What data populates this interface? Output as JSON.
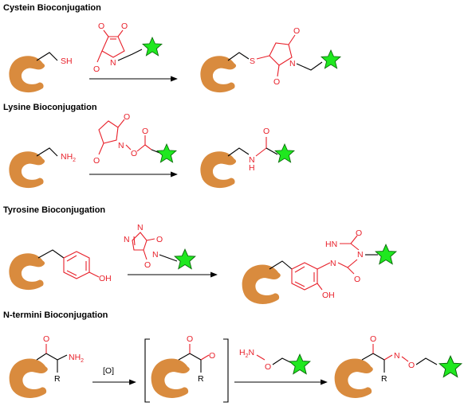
{
  "sections": [
    {
      "title": "Cystein Bioconjugation"
    },
    {
      "title": "Lysine Bioconjugation"
    },
    {
      "title": "Tyrosine Bioconjugation"
    },
    {
      "title": "N-termini Bioconjugation"
    }
  ],
  "labels": {
    "sh": "SH",
    "nh2_n": "NH",
    "nh2_sub": "2",
    "o": "O",
    "n": "N",
    "s": "S",
    "h": "H",
    "oh": "OH",
    "hn": "HN",
    "r": "R",
    "h2n_h": "H",
    "h2n_sub": "2",
    "h2n_n": "N",
    "oxidation": "[O]"
  },
  "colors": {
    "reagent": "#e8202a",
    "protein": "#d98b3e",
    "label_star": "#1fe81f"
  }
}
